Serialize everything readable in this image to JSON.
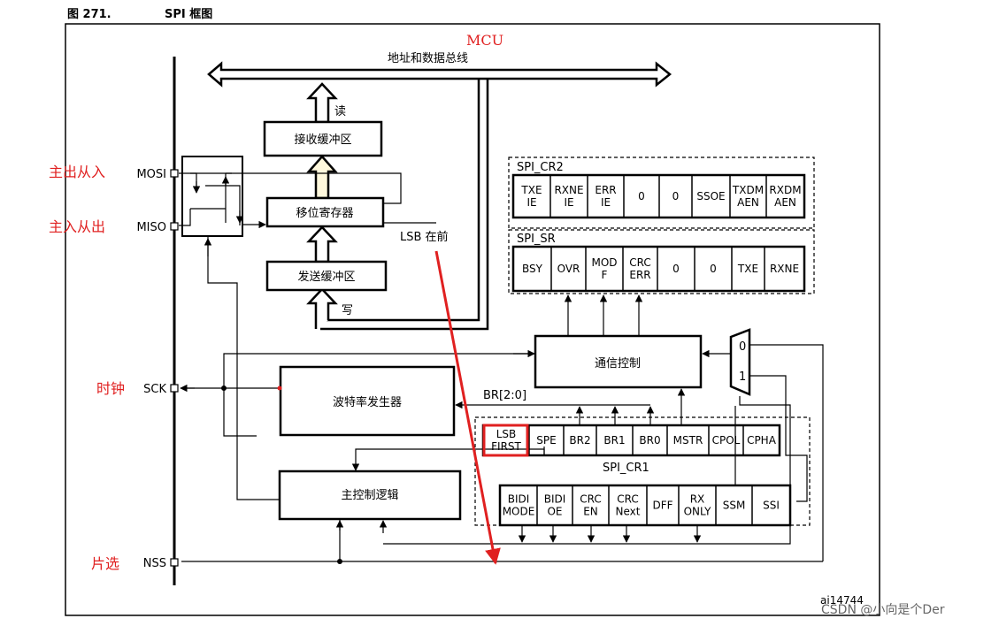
{
  "figure": {
    "number": "图 271.",
    "title": "SPI 框图"
  },
  "mcu_label": "MCU",
  "bus_label": "地址和数据总线",
  "read_label": "读",
  "write_label": "写",
  "blocks": {
    "rx_buffer": "接收缓冲区",
    "shift_register": "移位寄存器",
    "tx_buffer": "发送缓冲区",
    "comm_control": "通信控制",
    "baud_generator": "波特率发生器",
    "master_control": "主控制逻辑"
  },
  "lsb_note": "LSB 在前",
  "br_label": "BR[2:0]",
  "mux": {
    "top": "0",
    "bottom": "1"
  },
  "pins": {
    "mosi": {
      "pin": "MOSI",
      "cn": "主出从入"
    },
    "miso": {
      "pin": "MISO",
      "cn": "主入从出"
    },
    "sck": {
      "pin": "SCK",
      "cn": "时钟"
    },
    "nss": {
      "pin": "NSS",
      "cn": "片选"
    }
  },
  "registers": {
    "cr2": {
      "name": "SPI_CR2",
      "cells": [
        [
          "TXE",
          "IE"
        ],
        [
          "RXNE",
          "IE"
        ],
        [
          "ERR",
          "IE"
        ],
        [
          "0"
        ],
        [
          "0"
        ],
        [
          "SSOE"
        ],
        [
          "TXDM",
          "AEN"
        ],
        [
          "RXDM",
          "AEN"
        ]
      ]
    },
    "sr": {
      "name": "SPI_SR",
      "cells": [
        [
          "BSY"
        ],
        [
          "OVR"
        ],
        [
          "MOD",
          "F"
        ],
        [
          "CRC",
          "ERR"
        ],
        [
          "0"
        ],
        [
          "0"
        ],
        [
          "TXE"
        ],
        [
          "RXNE"
        ]
      ]
    },
    "cr1": {
      "name": "SPI_CR1",
      "top": [
        [
          "LSB",
          "FIRST"
        ],
        [
          "SPE"
        ],
        [
          "BR2"
        ],
        [
          "BR1"
        ],
        [
          "BR0"
        ],
        [
          "MSTR"
        ],
        [
          "CPOL"
        ],
        [
          "CPHA"
        ]
      ],
      "bottom": [
        [
          "BIDI",
          "MODE"
        ],
        [
          "BIDI",
          "OE"
        ],
        [
          "CRC",
          "EN"
        ],
        [
          "CRC",
          "Next"
        ],
        [
          "DFF"
        ],
        [
          "RX",
          "ONLY"
        ],
        [
          "SSM"
        ],
        [
          "SSI"
        ]
      ]
    }
  },
  "figure_id": "ai14744",
  "watermark": "CSDN @小向是个Der",
  "colors": {
    "annotation": "#e02020",
    "arrow_fill": "#fff8dc"
  }
}
